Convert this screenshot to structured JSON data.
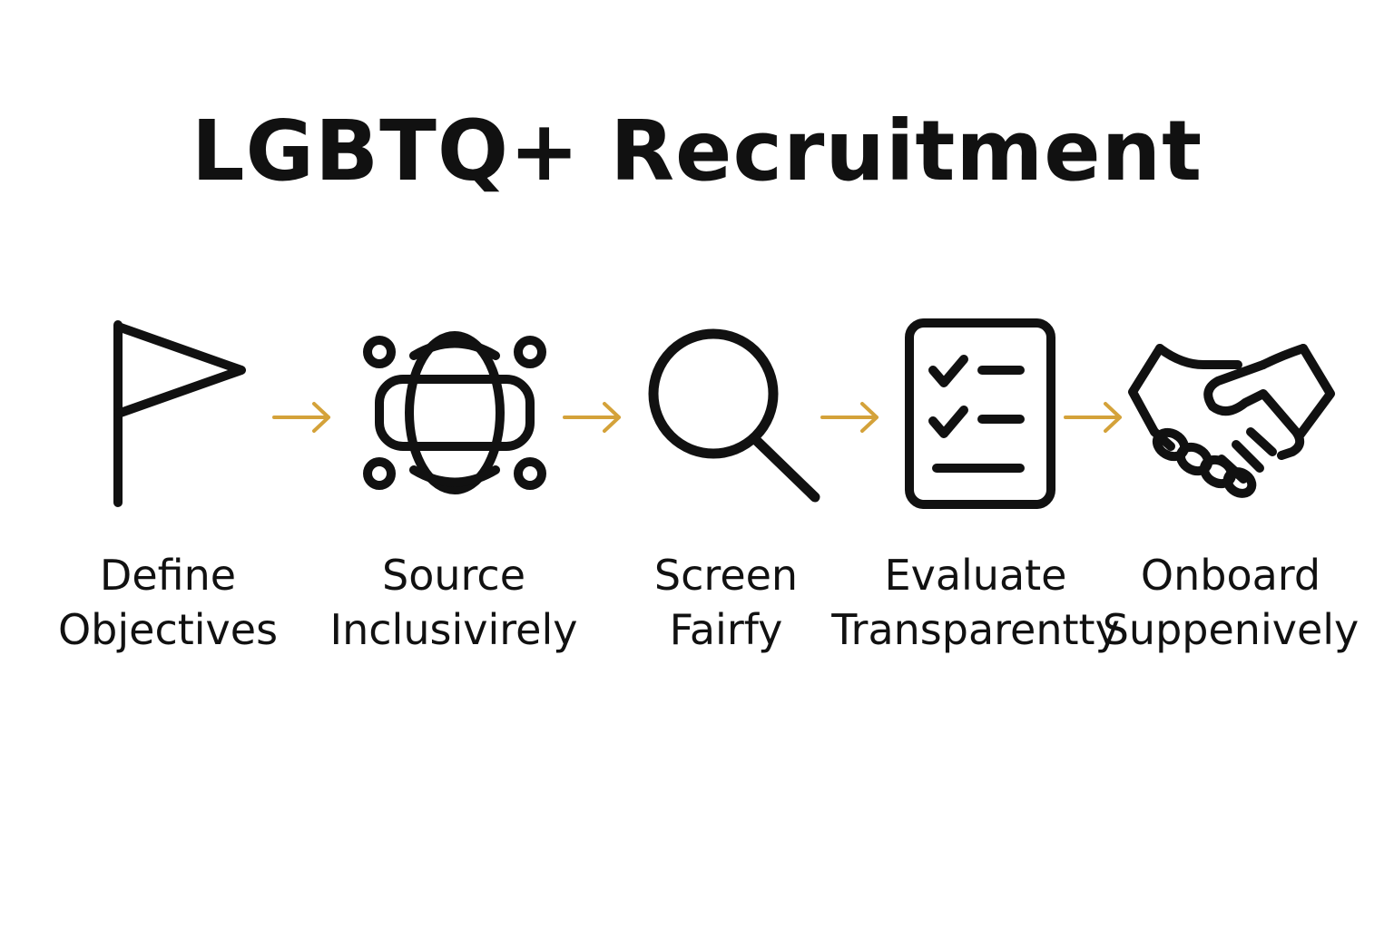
{
  "title": "LGBTQ+ Recruitment",
  "accent_color": "#D4A23A",
  "icon_color": "#111111",
  "steps": [
    {
      "icon": "flag-icon",
      "line1": "Define",
      "line2": "Objectives"
    },
    {
      "icon": "globe-network-icon",
      "line1": "Source",
      "line2": "Inclusivirely"
    },
    {
      "icon": "magnifier-icon",
      "line1": "Screen",
      "line2": "Fairfy"
    },
    {
      "icon": "checklist-icon",
      "line1": "Evaluate",
      "line2": "Transparentty"
    },
    {
      "icon": "handshake-icon",
      "line1": "Onboard",
      "line2": "Suppenively"
    }
  ],
  "arrows": [
    "arrow-icon",
    "arrow-icon",
    "arrow-icon",
    "arrow-icon"
  ]
}
